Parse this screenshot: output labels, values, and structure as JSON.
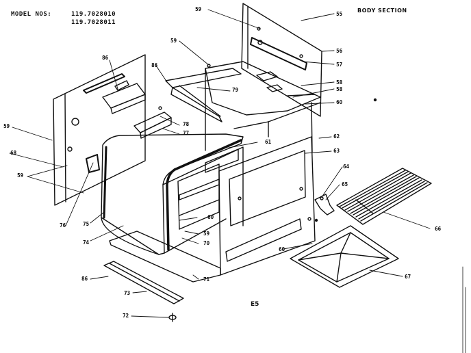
{
  "header": {
    "model_label": "MODEL NOS:",
    "model_numbers": [
      "119.7028010",
      "119.7028011"
    ],
    "section_title": "BODY SECTION"
  },
  "page_code": "E5",
  "callouts": [
    {
      "id": "c55",
      "label": "55"
    },
    {
      "id": "c56",
      "label": "56"
    },
    {
      "id": "c57",
      "label": "57"
    },
    {
      "id": "c58a",
      "label": "58"
    },
    {
      "id": "c58b",
      "label": "58"
    },
    {
      "id": "c59a",
      "label": "59"
    },
    {
      "id": "c59b",
      "label": "59"
    },
    {
      "id": "c59c",
      "label": "59"
    },
    {
      "id": "c59d",
      "label": "59"
    },
    {
      "id": "c59e",
      "label": "59"
    },
    {
      "id": "c59f",
      "label": "59"
    },
    {
      "id": "c60a",
      "label": "60"
    },
    {
      "id": "c60b",
      "label": "60"
    },
    {
      "id": "c60c",
      "label": "60"
    },
    {
      "id": "c61",
      "label": "61"
    },
    {
      "id": "c62",
      "label": "62"
    },
    {
      "id": "c63",
      "label": "63"
    },
    {
      "id": "c64",
      "label": "64"
    },
    {
      "id": "c65",
      "label": "65"
    },
    {
      "id": "c66",
      "label": "66"
    },
    {
      "id": "c67",
      "label": "67"
    },
    {
      "id": "c68",
      "label": "68"
    },
    {
      "id": "c70",
      "label": "70"
    },
    {
      "id": "c71",
      "label": "71"
    },
    {
      "id": "c72",
      "label": "72"
    },
    {
      "id": "c73",
      "label": "73"
    },
    {
      "id": "c74",
      "label": "74"
    },
    {
      "id": "c75",
      "label": "75"
    },
    {
      "id": "c76",
      "label": "76"
    },
    {
      "id": "c77",
      "label": "77"
    },
    {
      "id": "c78",
      "label": "78"
    },
    {
      "id": "c79",
      "label": "79"
    },
    {
      "id": "c86a",
      "label": "86"
    },
    {
      "id": "c86b",
      "label": "86"
    },
    {
      "id": "c86c",
      "label": "86"
    }
  ]
}
